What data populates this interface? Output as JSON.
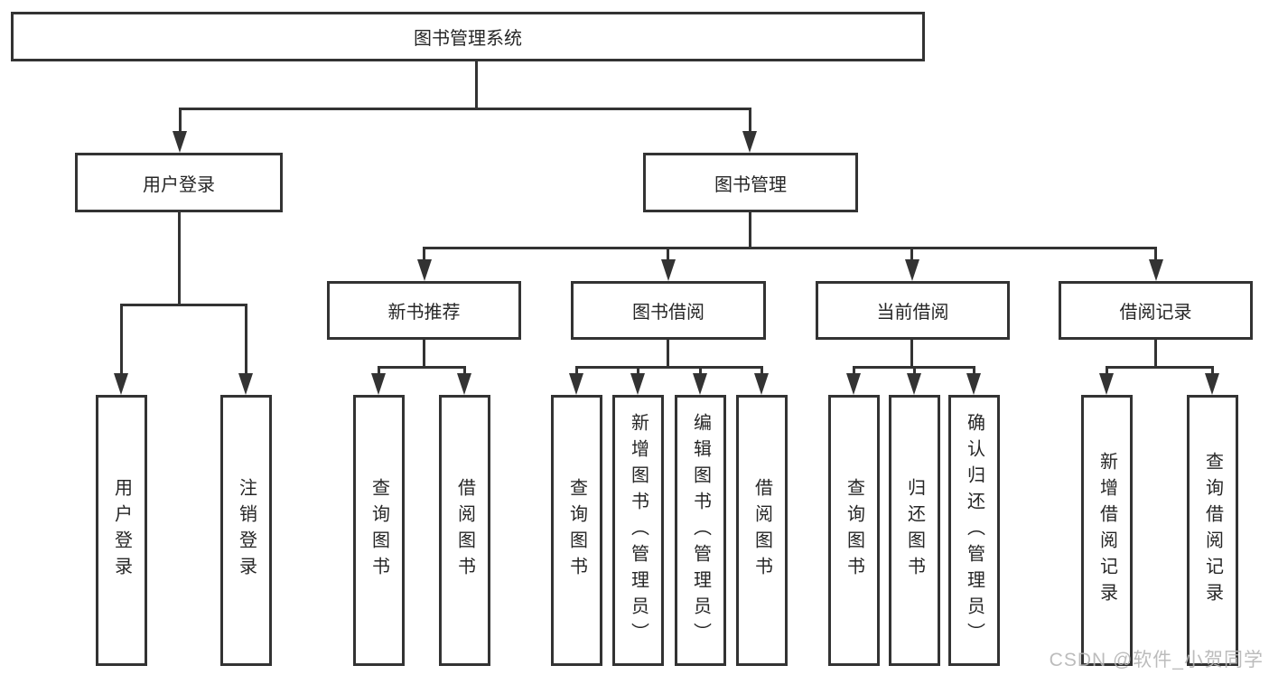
{
  "diagram": {
    "root": {
      "label": "图书管理系统",
      "children": [
        {
          "label": "用户登录",
          "children": [
            {
              "label": "用户登录"
            },
            {
              "label": "注销登录"
            }
          ]
        },
        {
          "label": "图书管理",
          "children": [
            {
              "label": "新书推荐",
              "children": [
                {
                  "label": "查询图书"
                },
                {
                  "label": "借阅图书"
                }
              ]
            },
            {
              "label": "图书借阅",
              "children": [
                {
                  "label": "查询图书"
                },
                {
                  "label": "新增图书（管理员）"
                },
                {
                  "label": "编辑图书（管理员）"
                },
                {
                  "label": "借阅图书"
                }
              ]
            },
            {
              "label": "当前借阅",
              "children": [
                {
                  "label": "查询图书"
                },
                {
                  "label": "归还图书"
                },
                {
                  "label": "确认归还（管理员）"
                }
              ]
            },
            {
              "label": "借阅记录",
              "children": [
                {
                  "label": "新增借阅记录"
                },
                {
                  "label": "查询借阅记录"
                }
              ]
            }
          ]
        }
      ]
    }
  },
  "watermark": {
    "text": "CSDN @软件_小贺同学"
  },
  "colors": {
    "line": "#333333",
    "text": "#262626",
    "watermark": "#b5b5b5",
    "background": "#ffffff"
  }
}
